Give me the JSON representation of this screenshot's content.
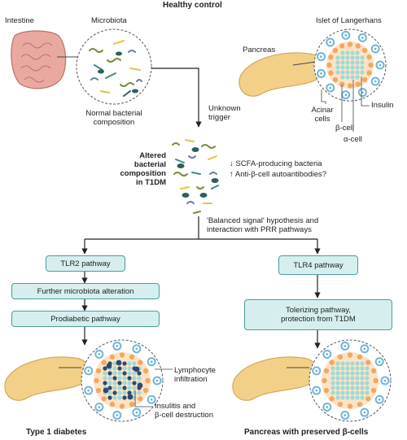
{
  "header": {
    "title": "Healthy control"
  },
  "top": {
    "intestine": "Intestine",
    "microbiota": "Microbiota",
    "normal_line1": "Normal bacterial",
    "normal_line2": "composition",
    "pancreas": "Pancreas",
    "islet": "Islet of Langerhans",
    "acinar_line1": "Acinar",
    "acinar_line2": "cells",
    "beta_cell": "β-cell",
    "alpha_cell": "α-cell",
    "insulin": "Insulin"
  },
  "trigger": {
    "line1": "Unknown",
    "line2": "trigger"
  },
  "altered": {
    "line1": "Altered",
    "line2": "bacterial",
    "line3": "composition",
    "line4": "in T1DM",
    "effect1": "↓ SCFA-producing bacteria",
    "effect2": "↑ Anti-β-cell autoantibodies?"
  },
  "hypothesis": {
    "line1": "'Balanced signal' hypothesis and",
    "line2": "interaction with PRR pathways"
  },
  "left_path": {
    "box1": "TLR2 pathway",
    "box2": "Further microbiota alteration",
    "box3": "Prodiabetic pathway"
  },
  "right_path": {
    "box1": "TLR4 pathway",
    "box2_line1": "Tolerizing pathway,",
    "box2_line2": "protection from T1DM"
  },
  "bottom": {
    "lymphocyte_line1": "Lymphocyte",
    "lymphocyte_line2": "infiltration",
    "insulitis_line1": "Insulitis and",
    "insulitis_line2": "β-cell destruction",
    "left_caption": "Type 1 diabetes",
    "right_caption": "Pancreas with preserved β-cells"
  },
  "colors": {
    "box_fill": "#d6efee",
    "box_border": "#4a9d9c",
    "acinar": "#6fb6d8",
    "islet_outer": "#f4a75e",
    "beta": "#9fdad6",
    "lymphocyte": "#2c4a70",
    "pancreas": "#f2d088",
    "intestine": "#e9a9a1"
  }
}
